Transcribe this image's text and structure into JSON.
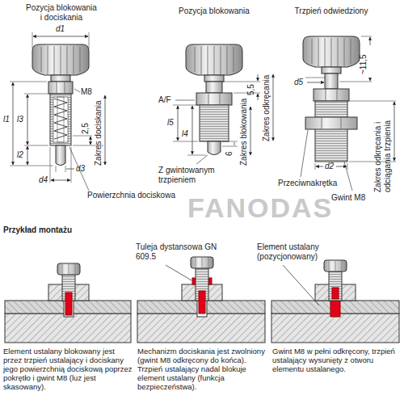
{
  "diagram": {
    "labels": [
      "Pozycja blokowania i dociskania",
      "Pozycja blokowania",
      "Trzpień odwiedziony",
      "d1",
      "M8",
      "l1",
      "l3",
      "2,5",
      "Zakres dociskania",
      "l2",
      "d3",
      "d4",
      "Powierzchnia dociskowa",
      "5,5",
      "A/F",
      "Zakres odkręcania",
      "l5",
      "l4",
      "6",
      "Zakres blokowania",
      "Z gwintowanym trzpieniem",
      "~11,5",
      "d5",
      "Zakres odkręcania i odciągania trzpienia",
      "d2",
      "Przeciwnakrętka",
      "Gwint M8",
      "FANODAS",
      "Przykład montażu",
      "Tuleja dystansowa GN 609.5",
      "Element ustalany (pozycjonowany)",
      "Element ustalany blokowany jest przez trzpień ustalający i dociskany jego powierzchnią dociskową poprzez pokrętło i gwint M8 (luz jest skasowany).",
      "Mechanizm dociskania jest zwolniony (gwint M8 odkręcony do końca). Trzpień ustalający nadal blokuje element ustalany (funkcja bezpieczeństwa).",
      "Gwint M8 w pełni odkręcony, trzpień ustalający wysunięty z otworu elementu ustalanego."
    ]
  }
}
